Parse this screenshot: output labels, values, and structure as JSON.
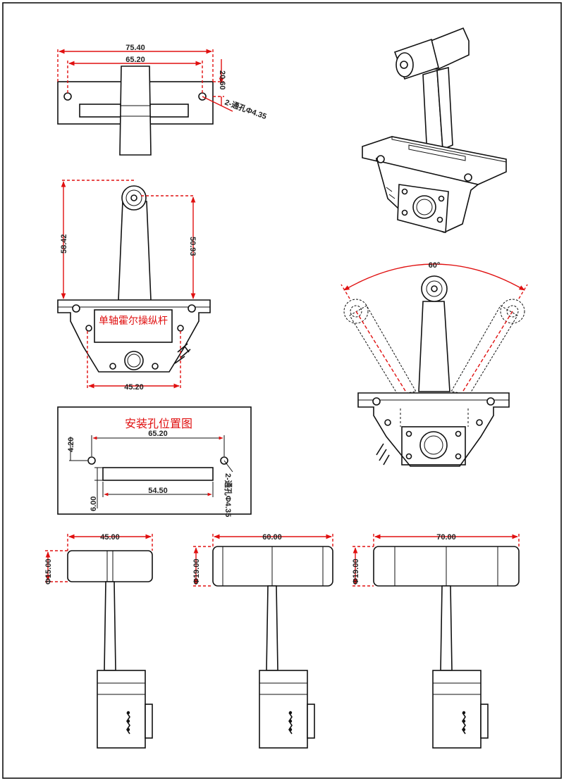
{
  "top_view": {
    "dim_overall_width": "75.40",
    "dim_hole_spacing": "65.20",
    "dim_height": "20.60",
    "dim_hole_note": "2-通孔Φ4.35"
  },
  "front_view": {
    "dim_height_left": "58.42",
    "dim_height_right": "50.93",
    "dim_bottom_width": "45.20",
    "product_label": "单轴霍尔操纵杆"
  },
  "swing_view": {
    "dim_angle": "60°"
  },
  "mounting": {
    "title": "安装孔位置图",
    "dim_hole_spacing": "65.20",
    "dim_offset": "4.20",
    "dim_slot_length": "54.50",
    "dim_slot_offset": "6.00",
    "dim_hole_note": "2-通孔Φ4.35"
  },
  "handles": [
    {
      "width": "45.00",
      "diameter": "Φ15.00"
    },
    {
      "width": "60.00",
      "diameter": "Φ19.00"
    },
    {
      "width": "70.00",
      "diameter": "Φ19.00"
    }
  ]
}
